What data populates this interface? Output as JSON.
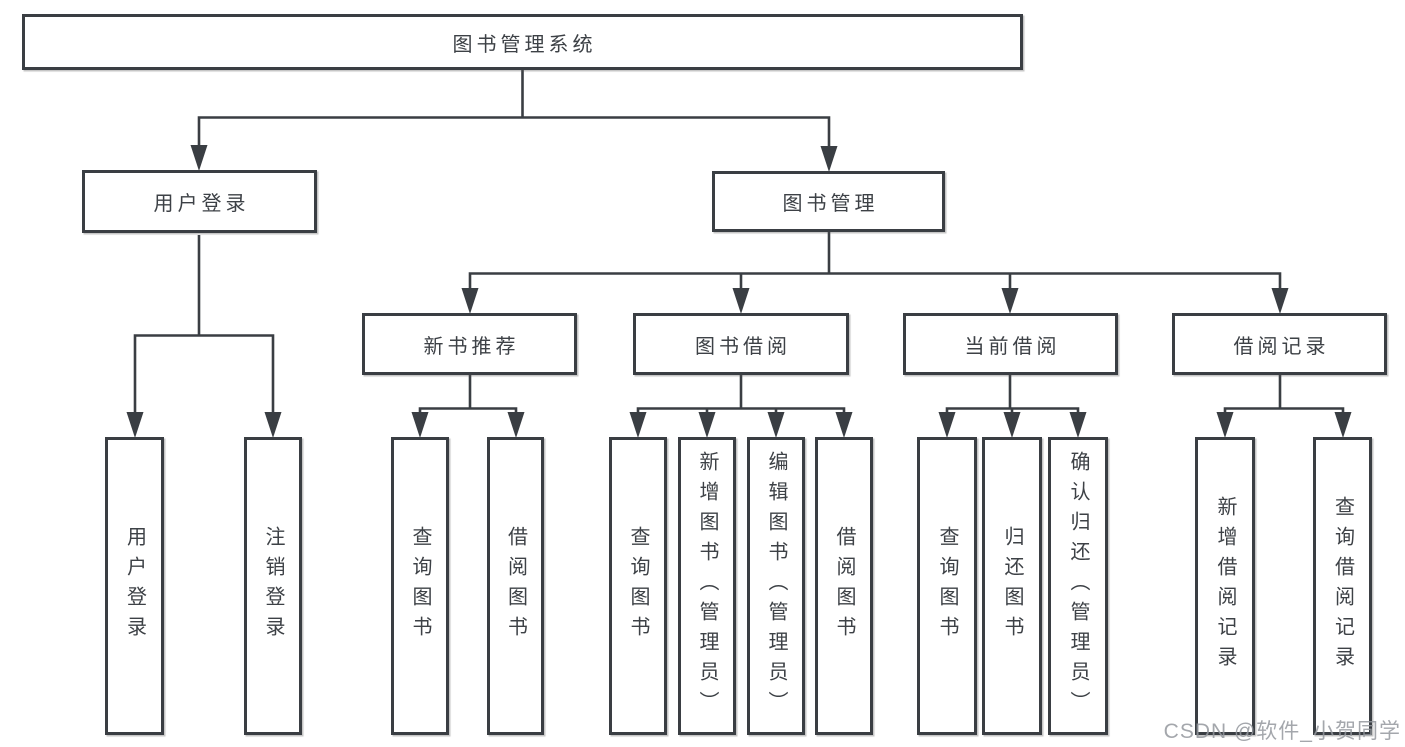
{
  "tree": {
    "label": "图书管理系统",
    "children": [
      {
        "label": "用户登录",
        "children": [
          {
            "label": "用户登录"
          },
          {
            "label": "注销登录"
          }
        ]
      },
      {
        "label": "图书管理",
        "children": [
          {
            "label": "新书推荐",
            "children": [
              {
                "label": "查询图书"
              },
              {
                "label": "借阅图书"
              }
            ]
          },
          {
            "label": "图书借阅",
            "children": [
              {
                "label": "查询图书"
              },
              {
                "label": "新增图书（管理员）"
              },
              {
                "label": "编辑图书（管理员）"
              },
              {
                "label": "借阅图书"
              }
            ]
          },
          {
            "label": "当前借阅",
            "children": [
              {
                "label": "查询图书"
              },
              {
                "label": "归还图书"
              },
              {
                "label": "确认归还（管理员）"
              }
            ]
          },
          {
            "label": "借阅记录",
            "children": [
              {
                "label": "新增借阅记录"
              },
              {
                "label": "查询借阅记录"
              }
            ]
          }
        ]
      }
    ]
  },
  "watermark": {
    "text": "CSDN @软件_小贺同学"
  },
  "colors": {
    "line": "#3a3e43",
    "text": "#3d4146",
    "background": "#ffffff",
    "watermark": "#94989e"
  }
}
